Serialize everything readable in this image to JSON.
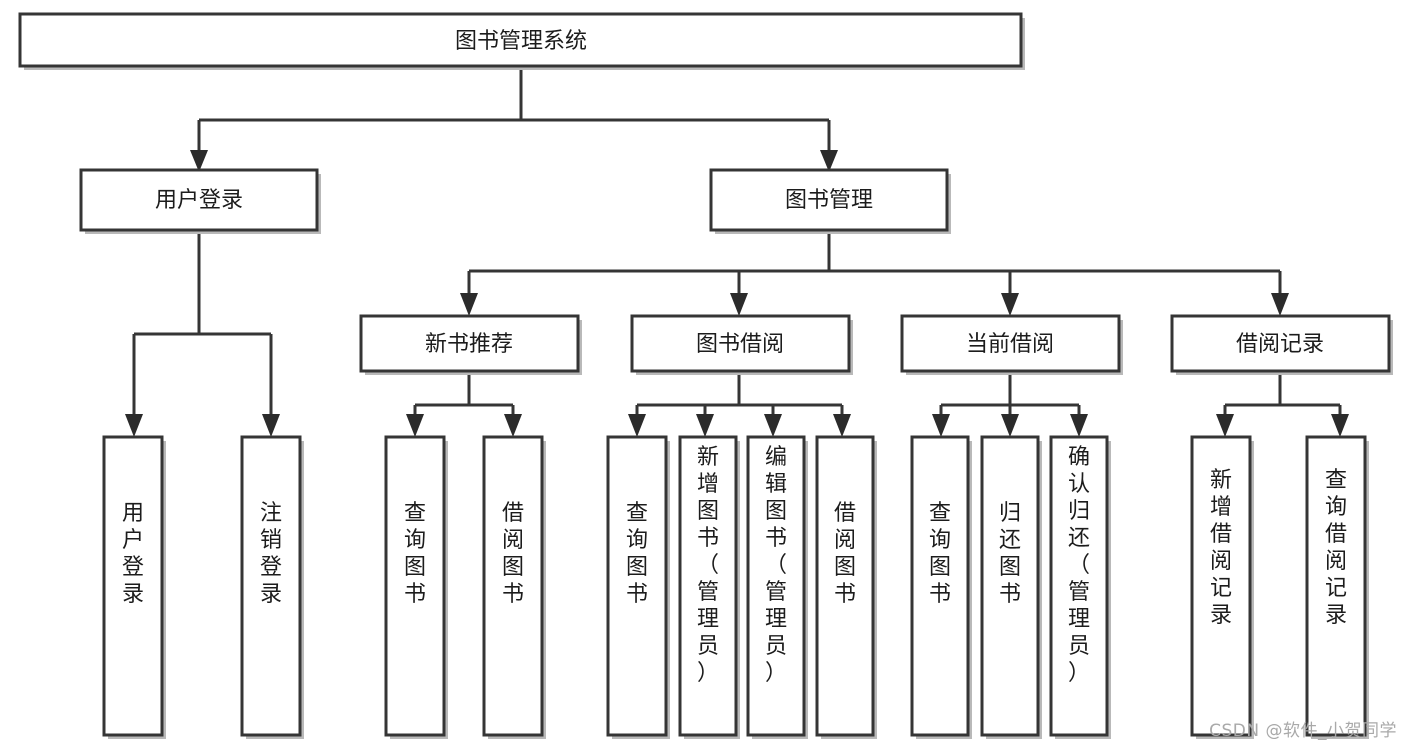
{
  "diagram": {
    "type": "tree",
    "title": "图书管理系统",
    "orientation": "top-down",
    "watermark": "CSDN @软件_小贺同学",
    "colors": {
      "box_stroke": "#353535",
      "box_fill": "#ffffff",
      "connector": "#353535",
      "text": "#1c1c1c",
      "watermark": "#a9a9a9",
      "background": "#ffffff"
    },
    "root": {
      "id": "root",
      "label": "图书管理系统"
    },
    "level2": [
      {
        "id": "user-login",
        "label": "用户登录"
      },
      {
        "id": "book-management",
        "label": "图书管理"
      }
    ],
    "level3": [
      {
        "id": "new-book-recommend",
        "label": "新书推荐",
        "parent": "book-management"
      },
      {
        "id": "book-borrow",
        "label": "图书借阅",
        "parent": "book-management"
      },
      {
        "id": "current-borrow",
        "label": "当前借阅",
        "parent": "book-management"
      },
      {
        "id": "borrow-record",
        "label": "借阅记录",
        "parent": "book-management"
      }
    ],
    "leaves": {
      "user-login": [
        {
          "id": "leaf-user-login",
          "label": "用户登录"
        },
        {
          "id": "leaf-user-logout",
          "label": "注销登录"
        }
      ],
      "new-book-recommend": [
        {
          "id": "leaf-query-book-1",
          "label": "查询图书"
        },
        {
          "id": "leaf-borrow-book-1",
          "label": "借阅图书"
        }
      ],
      "book-borrow": [
        {
          "id": "leaf-query-book-2",
          "label": "查询图书"
        },
        {
          "id": "leaf-add-book",
          "label": "新增图书（管理员）"
        },
        {
          "id": "leaf-edit-book",
          "label": "编辑图书（管理员）"
        },
        {
          "id": "leaf-borrow-book-2",
          "label": "借阅图书"
        }
      ],
      "current-borrow": [
        {
          "id": "leaf-query-book-3",
          "label": "查询图书"
        },
        {
          "id": "leaf-return-book",
          "label": "归还图书"
        },
        {
          "id": "leaf-confirm-return",
          "label": "确认归还（管理员）"
        }
      ],
      "borrow-record": [
        {
          "id": "leaf-add-record",
          "label": "新增借阅记录"
        },
        {
          "id": "leaf-query-record",
          "label": "查询借阅记录"
        }
      ]
    }
  }
}
